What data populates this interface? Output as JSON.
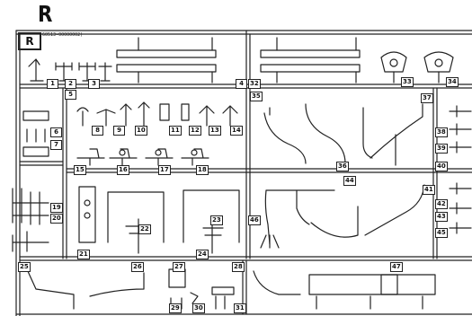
{
  "sprue": {
    "letter_heading": "R",
    "frame_letter": "R",
    "code_tag": "(60513-00000002)"
  },
  "part_numbers": [
    "1",
    "2",
    "3",
    "4",
    "5",
    "6",
    "7",
    "8",
    "9",
    "10",
    "11",
    "12",
    "13",
    "14",
    "15",
    "16",
    "17",
    "18",
    "19",
    "20",
    "21",
    "22",
    "23",
    "24",
    "25",
    "26",
    "27",
    "28",
    "29",
    "30",
    "31",
    "32",
    "33",
    "34",
    "35",
    "36",
    "37",
    "38",
    "39",
    "40",
    "41",
    "42",
    "43",
    "44",
    "45",
    "46",
    "47"
  ],
  "colors": {
    "line": "#222222",
    "paper": "#ffffff"
  }
}
